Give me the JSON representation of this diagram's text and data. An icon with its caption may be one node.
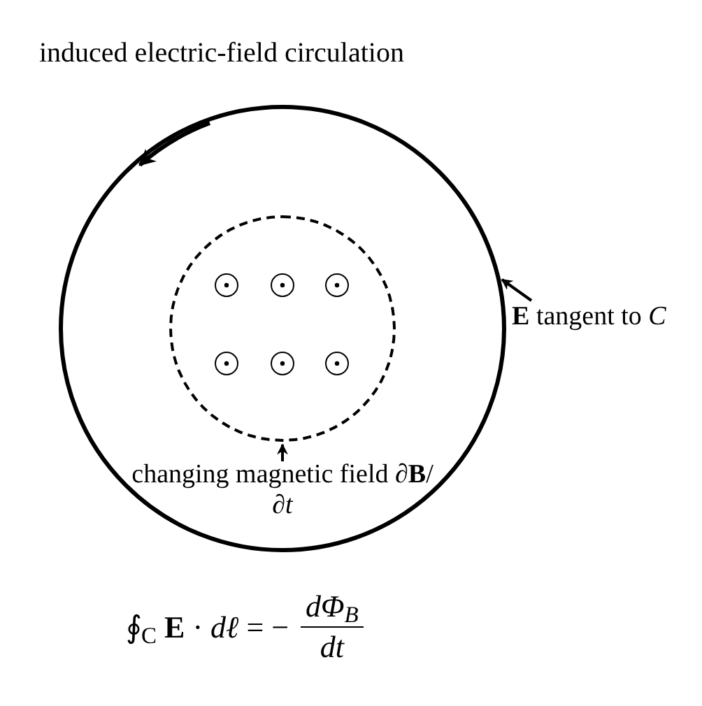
{
  "diagram": {
    "title": "induced electric-field circulation",
    "nodes": [
      {
        "text": [],
        "shape": "circle"
      },
      {
        "text": [],
        "shape": "circle",
        "in": 0
      },
      {
        "text": [
          "**E** tangent to *C*"
        ]
      },
      {
        "text": [
          "changing magnetic field ∂**B**/∂*t*"
        ],
        "in": 0
      }
    ],
    "edges": [
      {
        "from": 2,
        "to": 0,
        "arrow": "to"
      },
      {
        "from": 3,
        "to": 1,
        "arrow": "to"
      }
    ],
    "labels": [
      "∮$_{C}$ **E** · *dℓ* = −",
      "dΦ$_{B}$",
      "dt"
    ]
  }
}
